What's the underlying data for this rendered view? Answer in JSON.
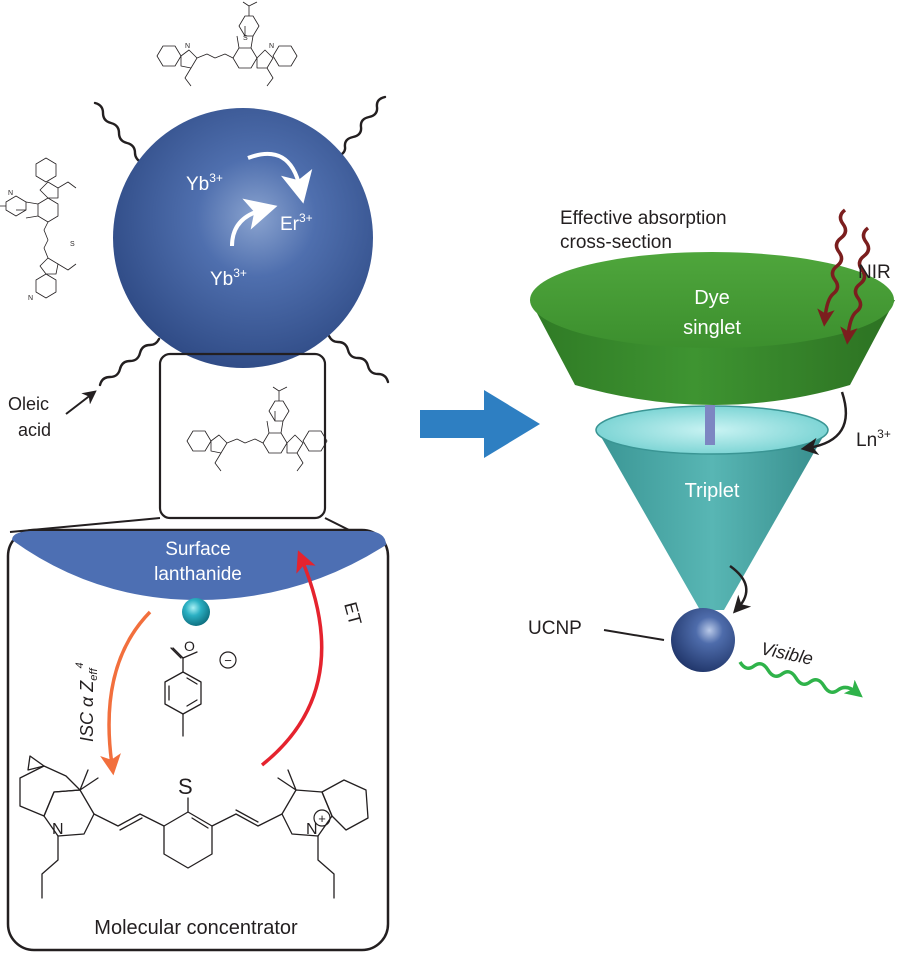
{
  "labels": {
    "yb_top": "Yb",
    "yb_top_sup": "3+",
    "er": "Er",
    "er_sup": "3+",
    "yb_bottom": "Yb",
    "yb_bottom_sup": "3+",
    "oleic_line1": "Oleic",
    "oleic_line2": "acid",
    "surface_line1": "Surface",
    "surface_line2": "lanthanide",
    "isc": "ISC α Z",
    "isc_sub": "eff",
    "isc_sup": "4",
    "et": "ET",
    "molecular_concentrator": "Molecular concentrator",
    "sulfur": "S",
    "nitrogen": "N",
    "plus": "+",
    "minus": "−",
    "oxygen": "O",
    "effective_line1": "Effective absorption",
    "effective_line2": "cross-section",
    "nir": "NIR",
    "dye_line1": "Dye",
    "dye_line2": "singlet",
    "ln": "Ln",
    "ln_sup": "3+",
    "triplet": "Triplet",
    "ucnp": "UCNP",
    "visible": "Visible"
  },
  "colors": {
    "nanoparticle": "#3d5f9e",
    "green_disc": "#3c8f2e",
    "teal_cone": "#4aa7a6",
    "isc_arrow": "#f26f3d",
    "et_arrow": "#e5232e",
    "nir_arrow": "#7b1e1e",
    "visible_arrow": "#2fb34a",
    "big_arrow": "#2e7fc2"
  }
}
